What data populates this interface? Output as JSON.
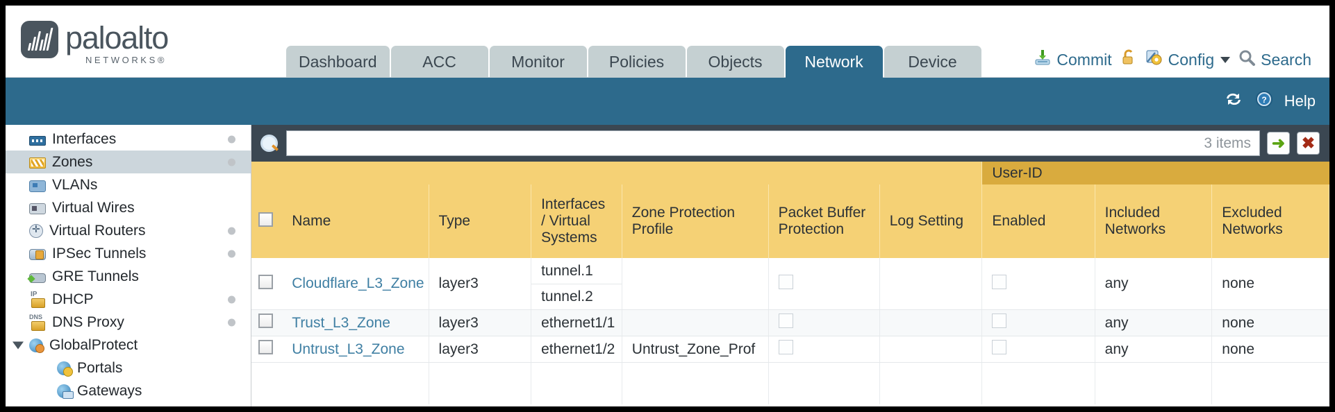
{
  "brand": {
    "name": "paloalto",
    "tagline": "NETWORKS",
    "registered": "®"
  },
  "tabs": [
    {
      "label": "Dashboard",
      "active": false
    },
    {
      "label": "ACC",
      "active": false
    },
    {
      "label": "Monitor",
      "active": false
    },
    {
      "label": "Policies",
      "active": false
    },
    {
      "label": "Objects",
      "active": false
    },
    {
      "label": "Network",
      "active": true
    },
    {
      "label": "Device",
      "active": false
    }
  ],
  "top_actions": {
    "commit": "Commit",
    "lock_icon": "unlocked-padlock-icon",
    "config": "Config",
    "search": "Search"
  },
  "band": {
    "refresh_icon": "refresh-icon",
    "help": "Help"
  },
  "sidebar": {
    "items": [
      {
        "label": "Interfaces",
        "icon": "interfaces-icon",
        "dot": true,
        "active": false,
        "child": false,
        "expander": false
      },
      {
        "label": "Zones",
        "icon": "zones-icon",
        "dot": true,
        "active": true,
        "child": false,
        "expander": false
      },
      {
        "label": "VLANs",
        "icon": "vlans-icon",
        "dot": false,
        "active": false,
        "child": false,
        "expander": false
      },
      {
        "label": "Virtual Wires",
        "icon": "virtual-wires-icon",
        "dot": false,
        "active": false,
        "child": false,
        "expander": false
      },
      {
        "label": "Virtual Routers",
        "icon": "virtual-routers-icon",
        "dot": true,
        "active": false,
        "child": false,
        "expander": false
      },
      {
        "label": "IPSec Tunnels",
        "icon": "ipsec-tunnels-icon",
        "dot": true,
        "active": false,
        "child": false,
        "expander": false
      },
      {
        "label": "GRE Tunnels",
        "icon": "gre-tunnels-icon",
        "dot": false,
        "active": false,
        "child": false,
        "expander": false
      },
      {
        "label": "DHCP",
        "icon": "dhcp-icon",
        "dot": true,
        "active": false,
        "child": false,
        "expander": false
      },
      {
        "label": "DNS Proxy",
        "icon": "dns-proxy-icon",
        "dot": true,
        "active": false,
        "child": false,
        "expander": false
      },
      {
        "label": "GlobalProtect",
        "icon": "globalprotect-icon",
        "dot": false,
        "active": false,
        "child": false,
        "expander": true
      },
      {
        "label": "Portals",
        "icon": "portals-icon",
        "dot": false,
        "active": false,
        "child": true,
        "expander": false
      },
      {
        "label": "Gateways",
        "icon": "gateways-icon",
        "dot": false,
        "active": false,
        "child": true,
        "expander": false
      }
    ]
  },
  "search": {
    "icon": "search-magnifier-icon",
    "value": "",
    "placeholder": "",
    "items_count": "3 items",
    "apply_label": "➜",
    "clear_label": "✖"
  },
  "table": {
    "group_header": {
      "label": "User-ID",
      "span": 3
    },
    "columns": [
      "Name",
      "Type",
      "Interfaces / Virtual Systems",
      "Zone Protection Profile",
      "Packet Buffer Protection",
      "Log Setting",
      "Enabled",
      "Included Networks",
      "Excluded Networks"
    ],
    "rows": [
      {
        "name": "Cloudflare_L3_Zone",
        "type": "layer3",
        "interfaces": [
          "tunnel.1",
          "tunnel.2"
        ],
        "zone_protection_profile": "",
        "packet_buffer_protection": false,
        "log_setting": "",
        "userid_enabled": false,
        "included_networks": "any",
        "excluded_networks": "none"
      },
      {
        "name": "Trust_L3_Zone",
        "type": "layer3",
        "interfaces": [
          "ethernet1/1"
        ],
        "zone_protection_profile": "",
        "packet_buffer_protection": false,
        "log_setting": "",
        "userid_enabled": false,
        "included_networks": "any",
        "excluded_networks": "none"
      },
      {
        "name": "Untrust_L3_Zone",
        "type": "layer3",
        "interfaces": [
          "ethernet1/2"
        ],
        "zone_protection_profile": "Untrust_Zone_Prof",
        "packet_buffer_protection": false,
        "log_setting": "",
        "userid_enabled": false,
        "included_networks": "any",
        "excluded_networks": "none"
      }
    ]
  },
  "colors": {
    "header_blue": "#2d6a8c",
    "table_header_gold": "#f5d175",
    "group_header_gold": "#d9ab3e",
    "panel_dark": "#3b4752",
    "link_blue": "#3f7fa3"
  }
}
